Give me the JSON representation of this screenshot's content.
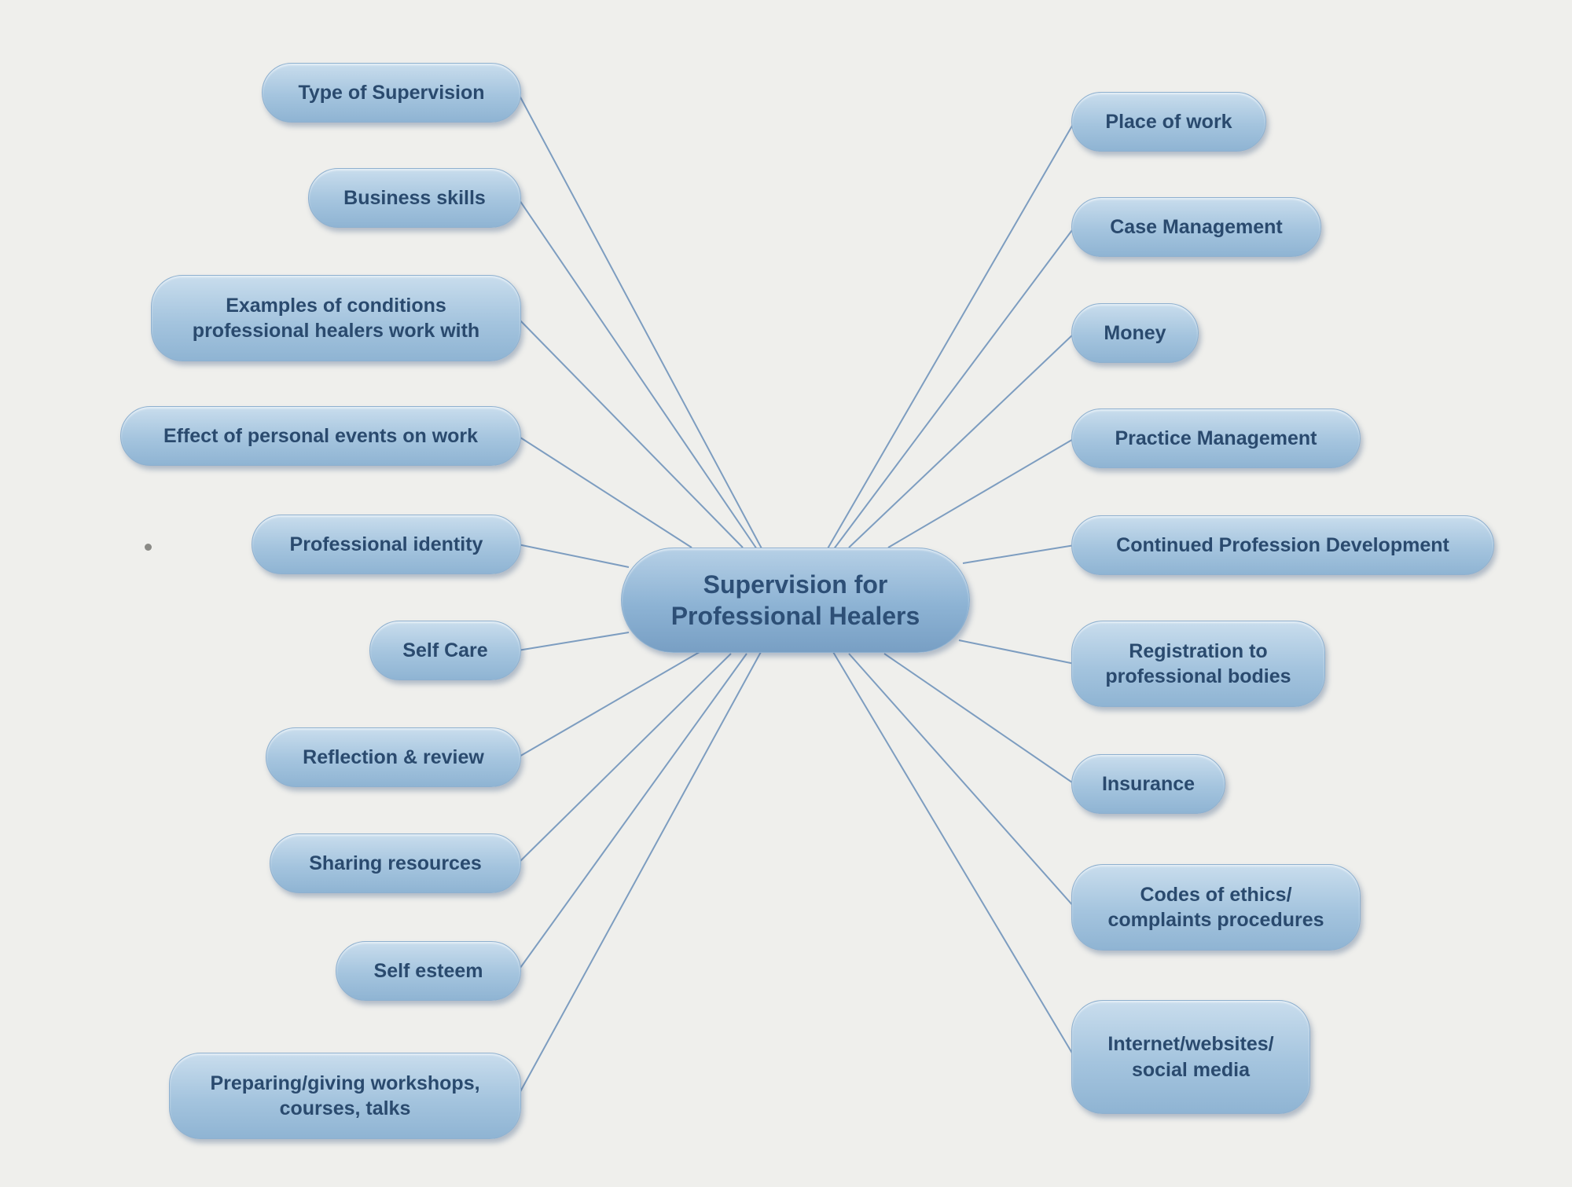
{
  "center": {
    "label": "Supervision for\nProfessional Healers"
  },
  "left_topics": [
    "Type of Supervision",
    "Business skills",
    "Examples of conditions\nprofessional healers work with",
    "Effect of personal events on work",
    "Professional identity",
    "Self Care",
    "Reflection & review",
    "Sharing resources",
    "Self esteem",
    "Preparing/giving workshops,\ncourses, talks"
  ],
  "right_topics": [
    "Place of work",
    "Case Management",
    "Money",
    "Practice Management",
    "Continued Profession Development",
    "Registration to\nprofessional bodies",
    "Insurance",
    "Codes of ethics/\ncomplaints procedures",
    "Internet/websites/\nsocial media"
  ],
  "colors": {
    "link": "#7d9dc0",
    "node_text": "#2a4a6e",
    "background": "#efefec"
  }
}
